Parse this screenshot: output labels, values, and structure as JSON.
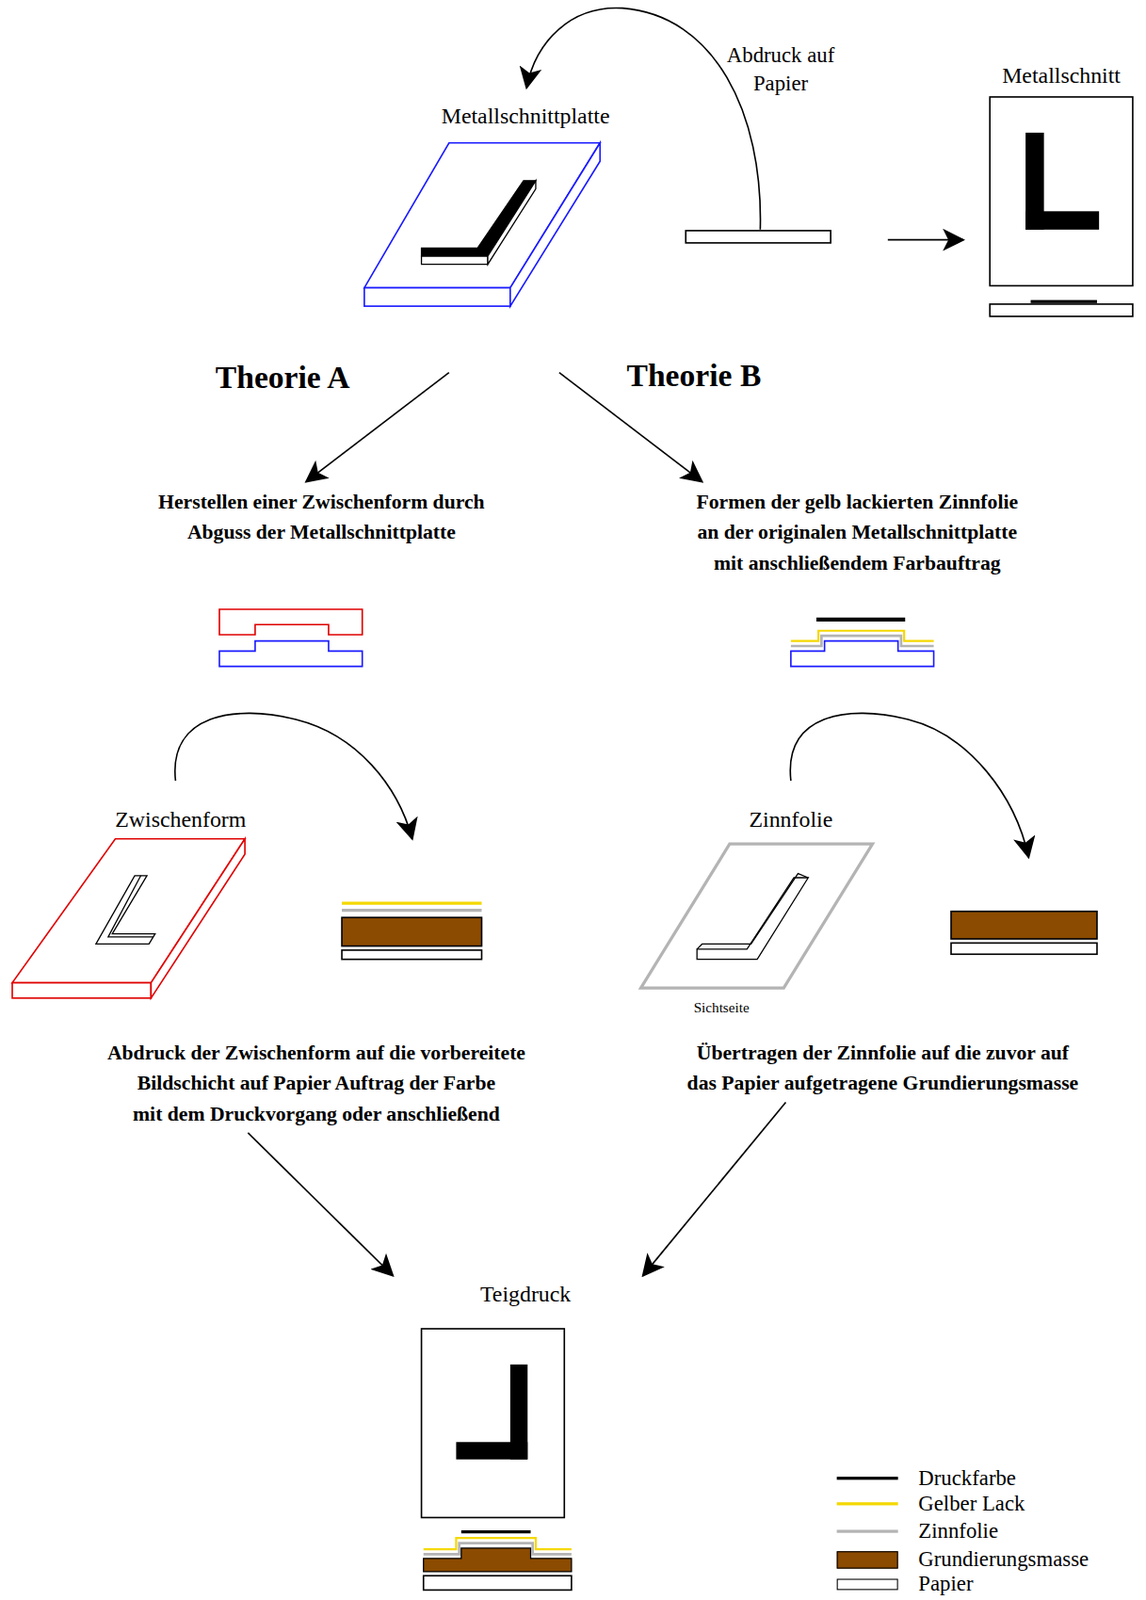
{
  "diagram": {
    "nodes": [
      {
        "text": [
          "Metallschnittplatte"
        ]
      },
      {
        "text": [
          "Metallschnitt"
        ]
      },
      {
        "text": [
          "Herstellen einer Zwischenform durch Abguss der Metallschnittplatte"
        ]
      },
      {
        "text": [
          "Formen der gelb lackierten Zinnfolie an der originalen Metallschnittplatte mit anschließendem Farbauftrag"
        ]
      },
      {
        "text": [
          "Abdruck der Zwischenform auf die vorbereitete Bildschicht auf Papier Auftrag der Farbe mit dem Druckvorgang oder anschließend"
        ]
      },
      {
        "text": [
          "Übertragen der Zinnfolie auf die zuvor auf das Papier aufgetragene Grundierungsmasse"
        ]
      },
      {
        "text": [
          "Teigdruck"
        ]
      }
    ],
    "edges": [
      {
        "from": 0,
        "to": 2,
        "arrow": "to"
      },
      {
        "from": 0,
        "to": 3,
        "arrow": "to"
      },
      {
        "from": 4,
        "to": 6,
        "arrow": "to"
      },
      {
        "from": 5,
        "to": 6,
        "arrow": "to"
      }
    ],
    "labels": [
      "Abdruck auf Papier",
      "Theorie A",
      "Theorie B",
      "Zwischenform",
      "Zinnfolie",
      "Sichtseite"
    ],
    "legend": [
      {
        "text": "Druckfarbe"
      },
      {
        "text": "Gelber Lack"
      },
      {
        "text": "Zinnfolie"
      },
      {
        "text": "Grundierungsmasse",
        "color": "#8B4B00"
      },
      {
        "text": "Papier"
      }
    ]
  }
}
